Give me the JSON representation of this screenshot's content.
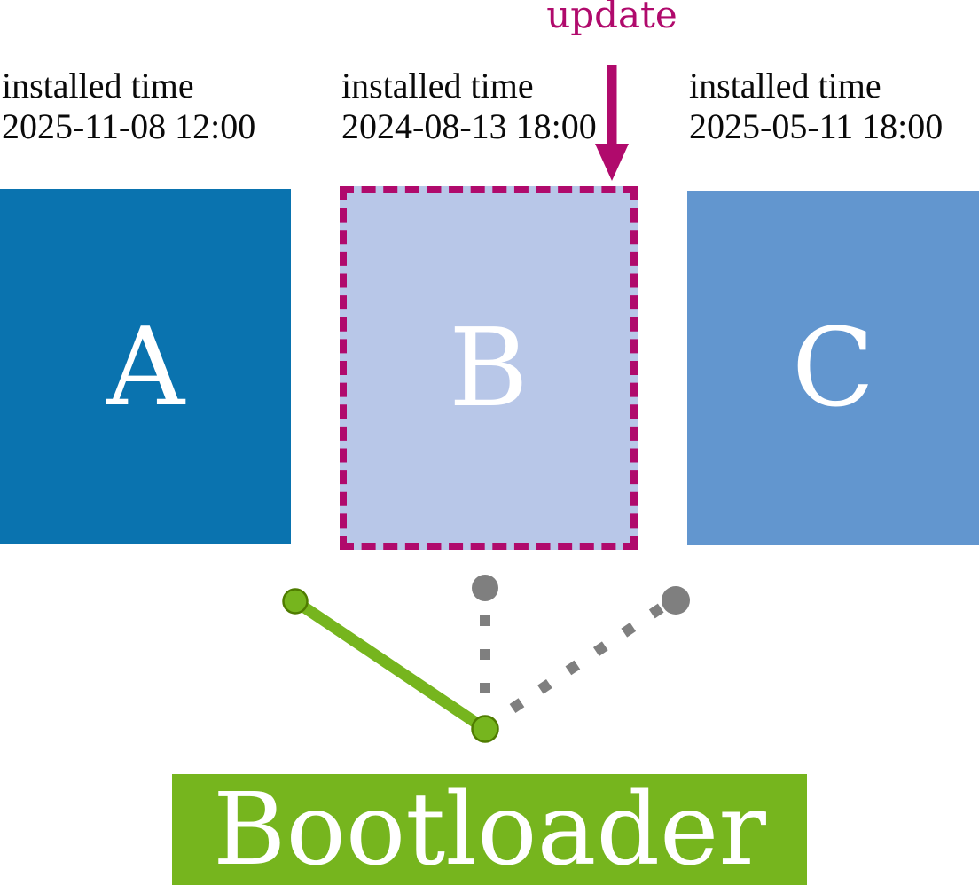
{
  "update": {
    "label": "update"
  },
  "partitions": [
    {
      "letter": "A",
      "installed_label": "installed time",
      "installed_time": "2025-11-08 12:00",
      "state": "booted"
    },
    {
      "letter": "B",
      "installed_label": "installed time",
      "installed_time": "2024-08-13 18:00",
      "state": "being-updated"
    },
    {
      "letter": "C",
      "installed_label": "installed time",
      "installed_time": "2025-05-11 18:00",
      "state": "inactive"
    }
  ],
  "bootloader": {
    "label": "Bootloader"
  },
  "colors": {
    "box-a": "#0a73af",
    "box-b-fill": "#b8c7e8",
    "box-c": "#6296cf",
    "magenta": "#b00a6c",
    "green": "#76b51e",
    "green-dark": "#4f7c00",
    "gray": "#7f7f7f",
    "label-text": "#0a0a0a"
  }
}
